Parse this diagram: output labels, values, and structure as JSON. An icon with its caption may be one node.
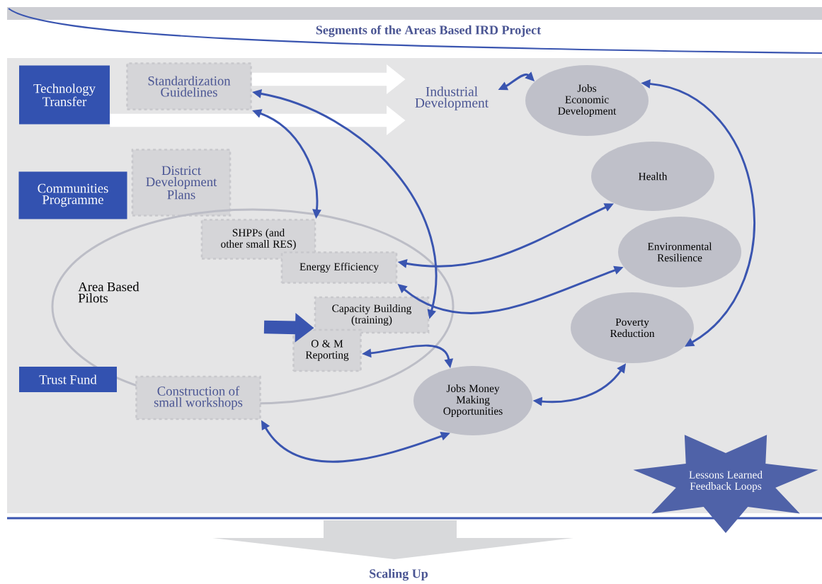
{
  "diagram": {
    "title": "Segments of the Areas Based IRD Project",
    "nodes": [
      {
        "text": [
          "Technology Transfer"
        ]
      },
      {
        "text": [
          "Standardization Guidelines"
        ]
      },
      {
        "text": [
          "Industrial Development"
        ]
      },
      {
        "text": [
          "Jobs Economic Development"
        ]
      },
      {
        "text": [
          "Communities Programme"
        ]
      },
      {
        "text": [
          "District Development Plans"
        ]
      },
      {
        "text": [
          "Health"
        ]
      },
      {
        "text": [
          "Area Based Pilots"
        ]
      },
      {
        "text": [
          "SHPPs (and other small RES)"
        ],
        "in": 7
      },
      {
        "text": [
          "Energy Efficiency"
        ],
        "in": 7
      },
      {
        "text": [
          "Environmental Resilience"
        ]
      },
      {
        "text": [
          "Capacity Building (training)"
        ],
        "in": 7
      },
      {
        "text": [
          "O & M Reporting"
        ],
        "in": 7
      },
      {
        "text": [
          "Poverty Reduction"
        ]
      },
      {
        "text": [
          "Trust Fund"
        ]
      },
      {
        "text": [
          "Construction of small workshops"
        ]
      },
      {
        "text": [
          "Jobs Money Making Opportunities"
        ]
      },
      {
        "text": [
          "Lessons Learned Feedback Loops"
        ]
      }
    ],
    "edges": [
      {
        "from": 0,
        "to": 2,
        "arrow": "to",
        "style": "thick",
        "color": "#ffffff"
      },
      {
        "from": 1,
        "to": 2,
        "arrow": "to",
        "style": "thick",
        "color": "#ffffff"
      },
      {
        "from": 2,
        "to": 3,
        "arrow": "both"
      },
      {
        "from": 1,
        "to": 8,
        "arrow": "both"
      },
      {
        "from": 1,
        "to": 11,
        "arrow": "both"
      },
      {
        "from": 9,
        "to": 6,
        "arrow": "both"
      },
      {
        "from": 9,
        "to": 10,
        "arrow": "both"
      },
      {
        "from": 3,
        "to": 13,
        "arrow": "both"
      },
      {
        "from": 12,
        "to": 16,
        "arrow": "both"
      },
      {
        "from": 16,
        "to": 13,
        "arrow": "both"
      },
      {
        "from": 15,
        "to": 16,
        "arrow": "both"
      },
      {
        "from": null,
        "to": 11,
        "arrow": "to",
        "style": "thick"
      }
    ],
    "labels": [
      "Scaling Up"
    ]
  }
}
